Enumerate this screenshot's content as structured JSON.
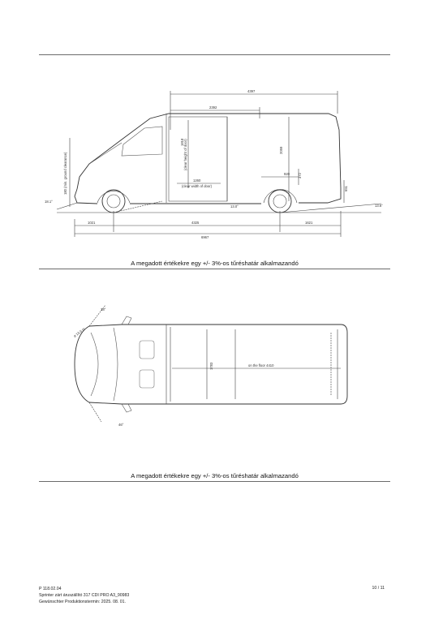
{
  "side_view": {
    "dims": {
      "overall_top": "4397",
      "door_width_top": "2392",
      "door_height": "1818",
      "door_height_note": "(clear height of door)",
      "interior_height": "2059",
      "ground_clearance": "180 (min. ground clearance)",
      "rear_step": "920",
      "rear_sill": "372",
      "clear_width_of_door": "1260",
      "clear_width_note": "(clear width of door)",
      "rear_height": "651",
      "front_angle": "18.1°",
      "ramp_angle": "13.0°",
      "rear_angle": "13.6°",
      "front_overhang": "1021",
      "wheelbase": "4325",
      "rear_overhang": "1621",
      "overall_length": "6967"
    }
  },
  "caption_1": "A megadott értékekre egy +/- 3%-os tűréshatár alkalmazandó",
  "top_view": {
    "dims": {
      "door_angle_top": "38°",
      "mirror_radius": "ø 13,6 m",
      "load_width": "1783",
      "floor_length": "on the floor 4410",
      "door_angle_bottom": "46°"
    }
  },
  "caption_2": "A megadott értékekre egy +/- 3%-os tűréshatár alkalmazandó",
  "footer": {
    "code": "P 118.02.04",
    "model": "Sprinter zárt áruszállító 317 CDI PRO A3_90983",
    "production": "Gewünschter Produktionstermin: 2025. 08. 01.",
    "page": "10 / 11"
  }
}
